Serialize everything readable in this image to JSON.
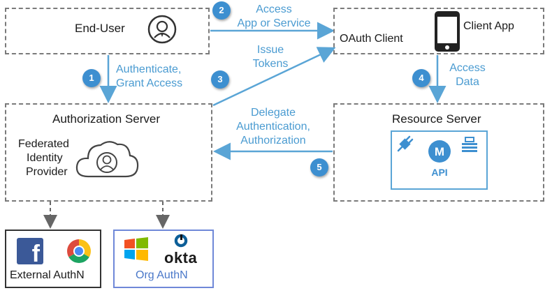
{
  "nodes": {
    "end_user": "End-User",
    "client_app": "Client App",
    "oauth_client": "OAuth Client",
    "auth_server": "Authorization Server",
    "federated": [
      "Federated",
      "Identity",
      "Provider"
    ],
    "resource_server": "Resource Server",
    "api": "API",
    "api_logo_letter": "M",
    "external_authn": "External AuthN",
    "org_authn": "Org AuthN",
    "okta": "okta",
    "facebook_letter": "f"
  },
  "steps": [
    {
      "num": "1",
      "text": [
        "Authenticate,",
        "Grant Access"
      ]
    },
    {
      "num": "2",
      "text": [
        "Access",
        "App or Service"
      ]
    },
    {
      "num": "3",
      "text": [
        "Issue",
        "Tokens"
      ]
    },
    {
      "num": "4",
      "text": [
        "Access",
        "Data"
      ]
    },
    {
      "num": "5",
      "text": [
        "Delegate",
        "Authentication,",
        "Authorization"
      ]
    }
  ],
  "colors": {
    "arrow_blue": "#5aa5d6",
    "step_blue": "#3d8fd0",
    "dash_gray": "#7a7a7a",
    "facebook": "#3b5998",
    "windows_red": "#f25022",
    "windows_green": "#7fba00",
    "windows_blue": "#00a4ef",
    "windows_yellow": "#ffb900",
    "okta_text": "#1a1a1a"
  },
  "icons": [
    "user-icon",
    "phone-icon",
    "cloud-user-icon",
    "plug-icon",
    "mulesoft-logo",
    "server-icon",
    "facebook-icon",
    "chrome-icon",
    "windows-icon",
    "okta-logo"
  ]
}
